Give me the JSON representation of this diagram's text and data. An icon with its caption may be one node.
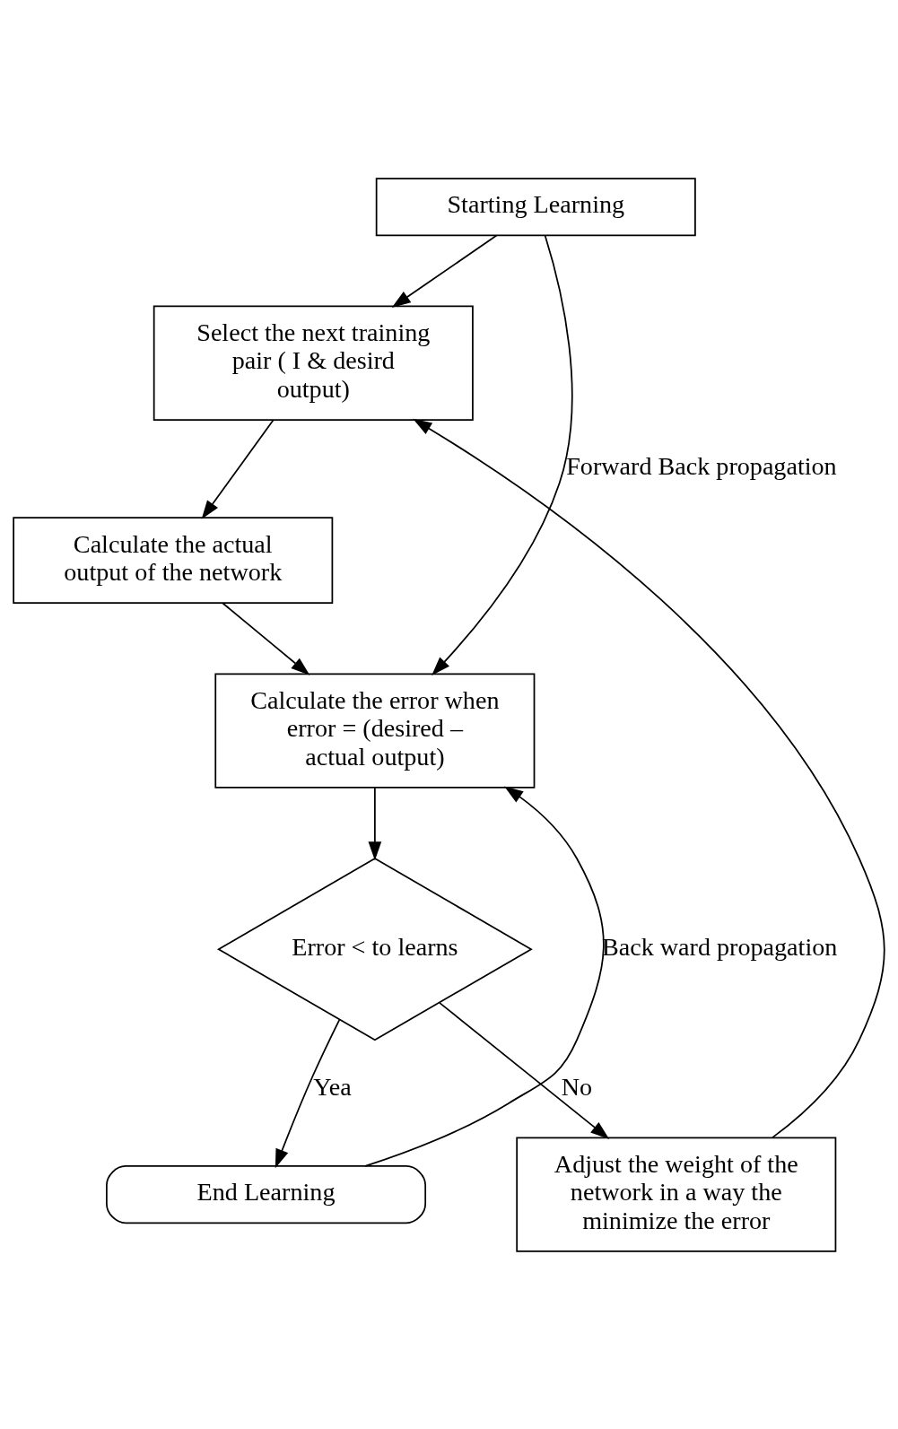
{
  "diagram": {
    "nodes": [
      {
        "text": [
          "Starting Learning"
        ]
      },
      {
        "text": [
          "Select the next training pair ( I & desird output)"
        ]
      },
      {
        "text": [
          "Calculate the actual output of the network"
        ]
      },
      {
        "text": [
          "Calculate the error when error = (desired – actual output)"
        ]
      },
      {
        "text": [
          "Error < to learns"
        ]
      },
      {
        "text": [
          "End Learning"
        ]
      },
      {
        "text": [
          "Adjust the weight of the network in a way the minimize the error"
        ]
      }
    ],
    "edges": [
      {
        "from": 0,
        "to": 1,
        "arrow": "to"
      },
      {
        "from": 1,
        "to": 2,
        "arrow": "to"
      },
      {
        "from": 2,
        "to": 3,
        "arrow": "to"
      },
      {
        "from": 0,
        "to": 3,
        "arrow": "to",
        "label": "Forward Back propagation"
      },
      {
        "from": 5,
        "to": 3,
        "arrow": "to",
        "label": "Back ward propagation"
      },
      {
        "from": 3,
        "to": 4,
        "arrow": "to"
      },
      {
        "from": 4,
        "to": 5,
        "arrow": "to",
        "label": "Yea"
      },
      {
        "from": 4,
        "to": 6,
        "arrow": "to",
        "label": "No"
      },
      {
        "from": 6,
        "to": 1,
        "arrow": "to"
      }
    ]
  }
}
